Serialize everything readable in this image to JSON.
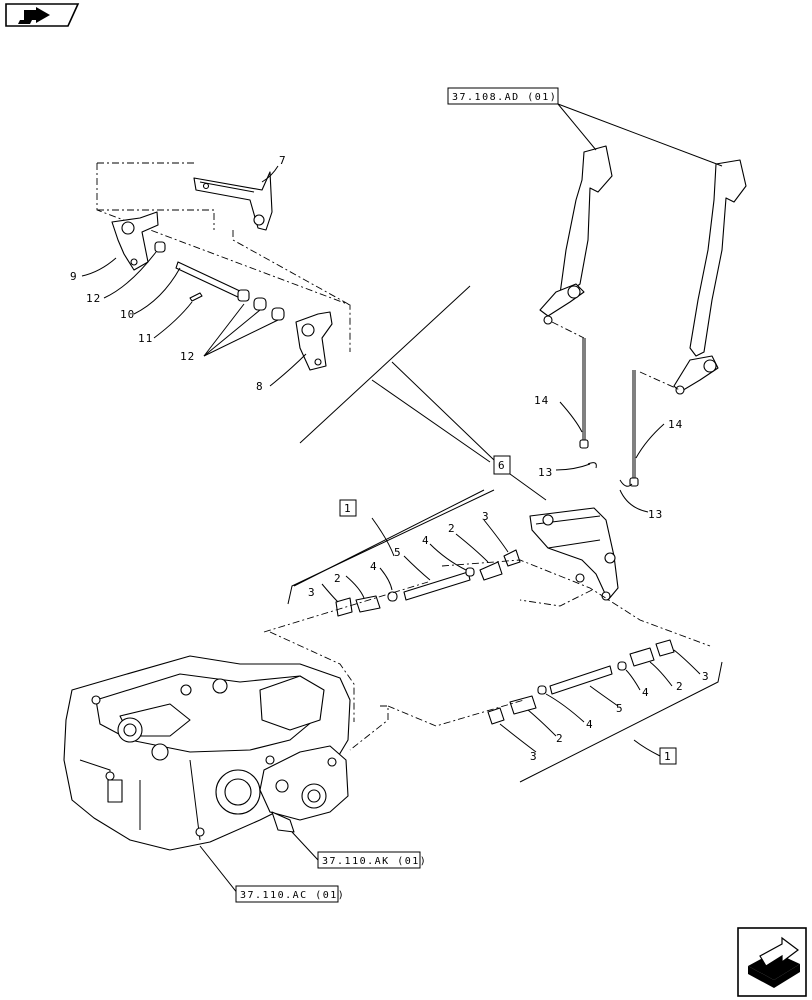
{
  "nav": {
    "top_icon": "arrow-right-icon",
    "bottom_icon": "next-page-icon"
  },
  "callouts": {
    "n1": "1",
    "n2": "2",
    "n3": "3",
    "n4": "4",
    "n5": "5",
    "n7": "7",
    "n8": "8",
    "n9": "9",
    "n10": "10",
    "n11": "11",
    "n12": "12",
    "n13": "13",
    "n14": "14"
  },
  "boxes": {
    "box1": "1",
    "box6": "6"
  },
  "references": {
    "ref_levers": "37.108.AD (01)",
    "ref_valve": "37.110.AK (01)",
    "ref_housing": "37.110.AC (01)"
  }
}
